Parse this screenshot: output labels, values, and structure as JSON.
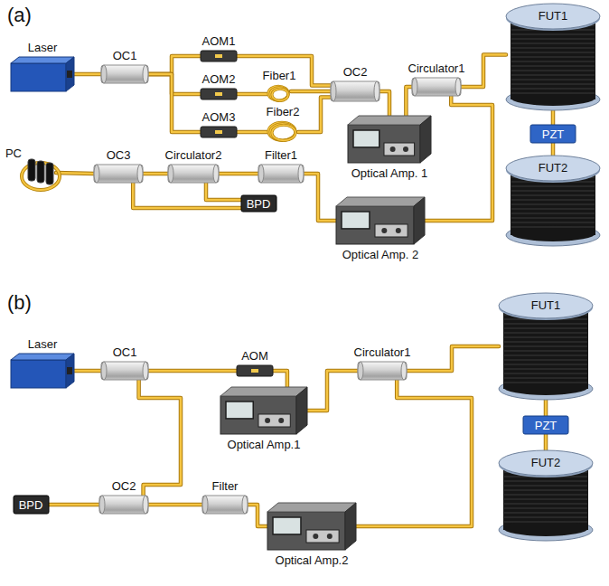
{
  "diagram": {
    "nodes": [
      {
        "text": [
          "Laser"
        ]
      },
      {
        "text": [
          "OC1"
        ]
      },
      {
        "text": [
          "AOM1"
        ]
      },
      {
        "text": [
          "AOM2"
        ]
      },
      {
        "text": [
          "Fiber1"
        ]
      },
      {
        "text": [
          "AOM3"
        ]
      },
      {
        "text": [
          "Fiber2"
        ]
      },
      {
        "text": [
          "OC2"
        ]
      },
      {
        "text": [
          "Circulator1"
        ]
      },
      {
        "text": [
          "FUT1"
        ]
      },
      {
        "text": [
          "Optical Amp. 1"
        ]
      },
      {
        "text": [
          "PZT"
        ]
      },
      {
        "text": [
          "FUT2"
        ]
      },
      {
        "text": [
          "PC"
        ]
      },
      {
        "text": [
          "OC3"
        ]
      },
      {
        "text": [
          "Circulator2"
        ]
      },
      {
        "text": [
          "Filter1"
        ]
      },
      {
        "text": [
          "BPD"
        ]
      },
      {
        "text": [
          "Optical Amp. 2"
        ]
      },
      {
        "text": [
          "Laser"
        ]
      },
      {
        "text": [
          "OC1"
        ]
      },
      {
        "text": [
          "AOM"
        ]
      },
      {
        "text": [
          "Circulator1"
        ]
      },
      {
        "text": [
          "FUT1"
        ]
      },
      {
        "text": [
          "Optical Amp.1"
        ]
      },
      {
        "text": [
          "PZT"
        ]
      },
      {
        "text": [
          "FUT2"
        ]
      },
      {
        "text": [
          "Filter"
        ]
      },
      {
        "text": [
          "OC2"
        ]
      },
      {
        "text": [
          "BPD"
        ]
      },
      {
        "text": [
          "Optical Amp.2"
        ]
      }
    ],
    "edges": [
      {
        "from": 0,
        "to": 1,
        "arrow": "none"
      },
      {
        "from": 1,
        "to": 2,
        "arrow": "none"
      },
      {
        "from": 1,
        "to": 3,
        "arrow": "none"
      },
      {
        "from": 1,
        "to": 5,
        "arrow": "none"
      },
      {
        "from": 2,
        "to": 7,
        "arrow": "none"
      },
      {
        "from": 3,
        "to": 4,
        "arrow": "none"
      },
      {
        "from": 4,
        "to": 7,
        "arrow": "none"
      },
      {
        "from": 5,
        "to": 6,
        "arrow": "none"
      },
      {
        "from": 6,
        "to": 7,
        "arrow": "none"
      },
      {
        "from": 7,
        "to": 10,
        "arrow": "none"
      },
      {
        "from": 10,
        "to": 8,
        "arrow": "none"
      },
      {
        "from": 8,
        "to": 9,
        "arrow": "none"
      },
      {
        "from": 9,
        "to": 11,
        "arrow": "none"
      },
      {
        "from": 11,
        "to": 12,
        "arrow": "none"
      },
      {
        "from": 8,
        "to": 18,
        "arrow": "none"
      },
      {
        "from": 18,
        "to": 16,
        "arrow": "none"
      },
      {
        "from": 16,
        "to": 15,
        "arrow": "none"
      },
      {
        "from": 15,
        "to": 14,
        "arrow": "none"
      },
      {
        "from": 15,
        "to": 17,
        "arrow": "none"
      },
      {
        "from": 14,
        "to": 17,
        "arrow": "none"
      },
      {
        "from": 14,
        "to": 13,
        "arrow": "none"
      },
      {
        "from": 19,
        "to": 20,
        "arrow": "none"
      },
      {
        "from": 20,
        "to": 21,
        "arrow": "none"
      },
      {
        "from": 21,
        "to": 24,
        "arrow": "none"
      },
      {
        "from": 24,
        "to": 22,
        "arrow": "none"
      },
      {
        "from": 22,
        "to": 23,
        "arrow": "none"
      },
      {
        "from": 23,
        "to": 25,
        "arrow": "none"
      },
      {
        "from": 25,
        "to": 26,
        "arrow": "none"
      },
      {
        "from": 22,
        "to": 30,
        "arrow": "none"
      },
      {
        "from": 30,
        "to": 27,
        "arrow": "none"
      },
      {
        "from": 27,
        "to": 28,
        "arrow": "none"
      },
      {
        "from": 20,
        "to": 28,
        "arrow": "none"
      },
      {
        "from": 28,
        "to": 29,
        "arrow": "none"
      }
    ],
    "labels": [
      "(a)",
      "(b)"
    ]
  }
}
